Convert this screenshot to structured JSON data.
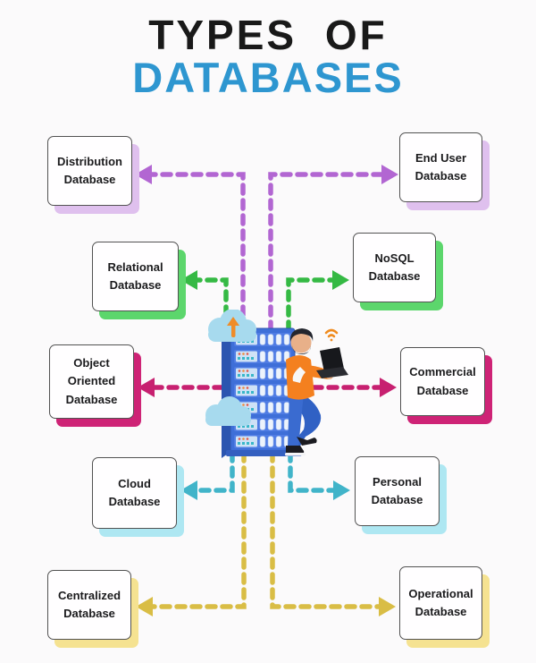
{
  "title": {
    "line1": "TYPES OF",
    "line2": "DATABASES"
  },
  "colors": {
    "background": "#fbfafb",
    "title_black": "#191919",
    "title_blue": "#2e96d0",
    "purple_arrow": "#b266d2",
    "purple_shadow": "#dfc0ee",
    "green_arrow": "#35b944",
    "green_shadow": "#5cd66c",
    "magenta_arrow": "#c72070",
    "magenta_shadow": "#ce2376",
    "cyan_arrow": "#41b4c9",
    "cyan_shadow": "#aee7f2",
    "yellow_arrow": "#d9bd45",
    "yellow_shadow": "#f5e291",
    "box_border": "#525252",
    "box_bg": "#fffeff"
  },
  "boxes": [
    {
      "label": "Distribution Database",
      "row_color": "purple",
      "side": "left"
    },
    {
      "label": "End User Database",
      "row_color": "purple",
      "side": "right"
    },
    {
      "label": "Relational Database",
      "row_color": "green",
      "side": "left"
    },
    {
      "label": "NoSQL Database",
      "row_color": "green",
      "side": "right"
    },
    {
      "label": "Object Oriented Database",
      "row_color": "magenta",
      "side": "left"
    },
    {
      "label": "Commercial Database",
      "row_color": "magenta",
      "side": "right"
    },
    {
      "label": "Cloud Database",
      "row_color": "cyan",
      "side": "left"
    },
    {
      "label": "Personal Database",
      "row_color": "cyan",
      "side": "right"
    },
    {
      "label": "Centralized Database",
      "row_color": "yellow",
      "side": "left"
    },
    {
      "label": "Operational Database",
      "row_color": "yellow",
      "side": "right"
    }
  ],
  "center_illustration": "server-tower-with-person-laptop-clouds-and-wifi"
}
